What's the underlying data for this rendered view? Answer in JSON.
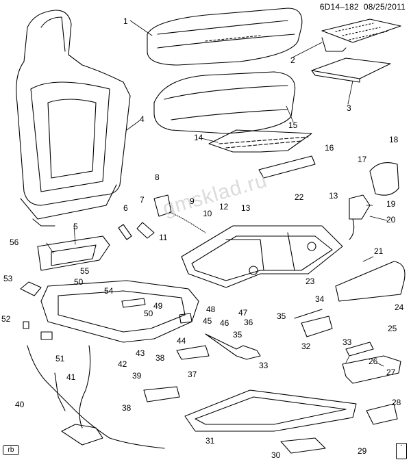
{
  "header": {
    "code": "6D14–182",
    "date": "08/25/2011"
  },
  "watermark": "gmsklad.ru",
  "badge": "rb",
  "callouts": {
    "c1": "1",
    "c2": "2",
    "c3": "3",
    "c4": "4",
    "c5": "5",
    "c6": "6",
    "c7": "7",
    "c8": "8",
    "c9": "9",
    "c10": "10",
    "c11": "11",
    "c12": "12",
    "c13a": "13",
    "c13b": "13",
    "c14": "14",
    "c15": "15",
    "c16": "16",
    "c17": "17",
    "c18": "18",
    "c19": "19",
    "c20": "20",
    "c21": "21",
    "c22": "22",
    "c23": "23",
    "c24": "24",
    "c25": "25",
    "c26": "26",
    "c27": "27",
    "c28": "28",
    "c29": "29",
    "c30": "30",
    "c31": "31",
    "c32": "32",
    "c33a": "33",
    "c33b": "33",
    "c34": "34",
    "c35a": "35",
    "c35b": "35",
    "c36": "36",
    "c37": "37",
    "c38a": "38",
    "c38b": "38",
    "c39": "39",
    "c40": "40",
    "c41": "41",
    "c42": "42",
    "c43": "43",
    "c44": "44",
    "c45": "45",
    "c46": "46",
    "c47": "47",
    "c48": "48",
    "c49": "49",
    "c50a": "50",
    "c50b": "50",
    "c51": "51",
    "c52": "52",
    "c53": "53",
    "c54": "54",
    "c55": "55",
    "c56": "56"
  }
}
